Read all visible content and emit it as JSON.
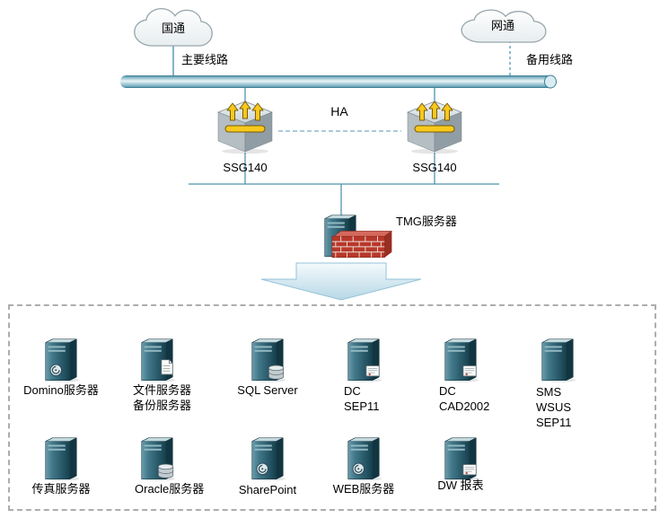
{
  "clouds": {
    "left": "国通",
    "right": "网通"
  },
  "lines": {
    "primary": "主要线路",
    "backup": "备用线路",
    "ha": "HA"
  },
  "firewalls": {
    "left": "SSG140",
    "right": "SSG140"
  },
  "tmg": {
    "label": "TMG服务器"
  },
  "server_zone": {
    "row1": [
      {
        "name": "domino",
        "lines": [
          "Domino服务器"
        ]
      },
      {
        "name": "file-backup",
        "lines": [
          "文件服务器",
          "备份服务器"
        ]
      },
      {
        "name": "sql-server",
        "lines": [
          "SQL Server"
        ]
      },
      {
        "name": "dc-sep11",
        "lines": [
          "DC",
          "SEP11"
        ]
      },
      {
        "name": "dc-cad2002",
        "lines": [
          "DC",
          "CAD2002"
        ]
      },
      {
        "name": "sms-wsus-sep11",
        "lines": [
          "SMS",
          "WSUS",
          "SEP11"
        ]
      }
    ],
    "row2": [
      {
        "name": "fax",
        "lines": [
          "传真服务器"
        ]
      },
      {
        "name": "oracle",
        "lines": [
          "Oracle服务器"
        ]
      },
      {
        "name": "sharepoint",
        "lines": [
          "SharePoint"
        ]
      },
      {
        "name": "web",
        "lines": [
          "WEB服务器"
        ]
      },
      {
        "name": "dw-report",
        "lines": [
          "DW 报表"
        ]
      }
    ]
  },
  "colors": {
    "connector_teal": "#4f94ad",
    "tower_dark": "#16404e",
    "firewall_yellow": "#f8c91c",
    "brick_red": "#b8382b",
    "arrow_blue": "#b7d7e6"
  }
}
